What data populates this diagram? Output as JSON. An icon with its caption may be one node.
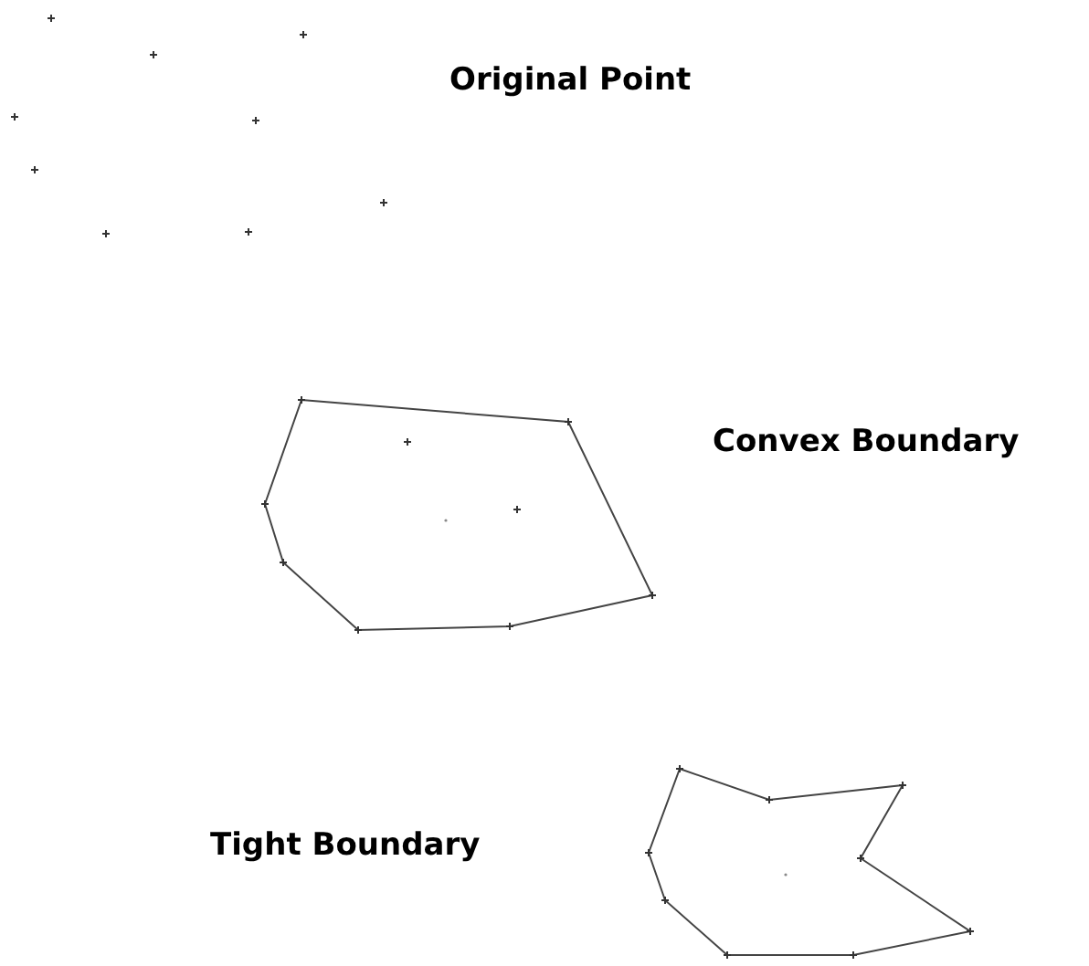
{
  "diagram": {
    "labels": [
      "Original Point",
      "Convex Boundary",
      "Tight Boundary"
    ]
  }
}
